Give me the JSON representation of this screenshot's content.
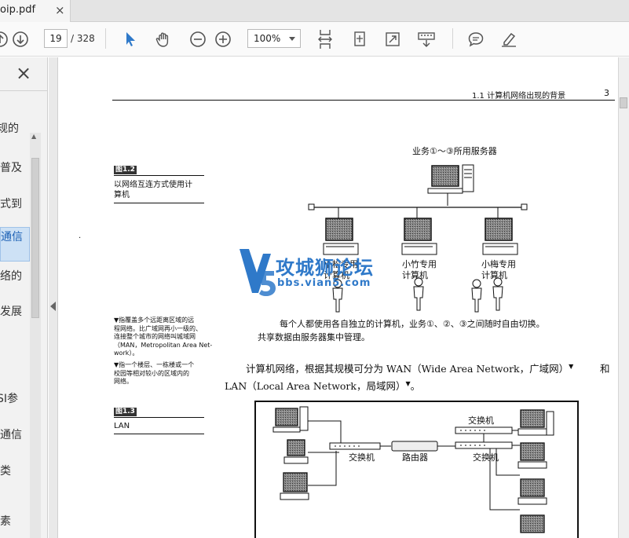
{
  "tab": {
    "title": "oip.pdf",
    "close": "×"
  },
  "toolbar": {
    "page_current": "19",
    "page_total": "/ 328",
    "zoom": "100%"
  },
  "sidebar": {
    "close": "×",
    "bookmarks": [
      "规的",
      "普及",
      "式到",
      "通信",
      "络的",
      "发展",
      "SI参",
      "通信",
      "类",
      "素"
    ]
  },
  "page": {
    "header_section": "1.1  计算机网络出现的背景",
    "header_page": "3",
    "fig1": {
      "tag": "图1.2",
      "caption_line1": "以网络互连方式使用计",
      "caption_line2": "算机"
    },
    "fig2": {
      "tag": "图1.3",
      "caption": "LAN"
    },
    "note1": [
      "▼指覆盖多个远距离区域的远",
      "程网络。比广域网再小一级的、",
      "连接整个城市的网络叫城域网",
      "（MAN，Metropolitan Area Net-",
      "work）。"
    ],
    "note2": [
      "▼指一个楼层、一栋楼或一个",
      "校园等相对较小的区域内的",
      "网络。"
    ],
    "diagram1": {
      "server_label": "业务①～③所用服务器",
      "pc1_label": [
        "小松专用",
        "计算机"
      ],
      "pc2_label": [
        "小竹专用",
        "计算机"
      ],
      "pc3_label": [
        "小梅专用",
        "计算机"
      ],
      "desc1": "每个人都使用各自独立的计算机，业务①、②、③之间随时自由切换。",
      "desc2": "共享数据由服务器集中管理。"
    },
    "para": {
      "line1": "计算机网络，根据其规模可分为 WAN（Wide Area Network，广域网）",
      "mark": "▼",
      "line1_end": "和",
      "line2": "LAN（Local Area Network，局域网）",
      "line2_end": "。"
    },
    "diagram2": {
      "switch1": "交换机",
      "router": "路由器",
      "switch2": "交换机",
      "switch3": "交换机"
    },
    "watermark": {
      "name": "攻城狮论坛",
      "url": "bbs.vian5.com"
    }
  },
  "colors": {
    "accent": "#2f79c9",
    "selection": "#cde1f5"
  }
}
